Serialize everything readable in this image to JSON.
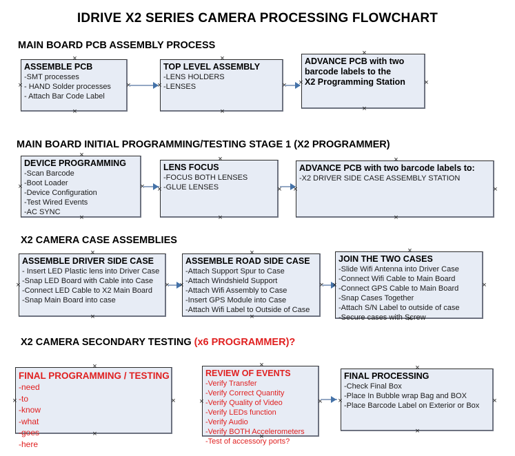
{
  "document": {
    "title": "IDRIVE X2  SERIES CAMERA PROCESSING FLOWCHART"
  },
  "colors": {
    "box_fill": "#e7ecf5",
    "box_border": "#2b2b2b",
    "box_shadow_border": "#6d7280",
    "connector": "#93a7c4",
    "arrow": "#4472a8",
    "accent_red": "#e02020",
    "text": "#000000"
  },
  "sections": [
    {
      "heading": "MAIN BOARD PCB ASSEMBLY PROCESS",
      "heading_accent": "",
      "boxes": [
        {
          "title": "ASSEMBLE PCB",
          "lines": [
            "-SMT processes",
            "- HAND Solder processes",
            "- Attach Bar Code Label"
          ]
        },
        {
          "title": "TOP LEVEL ASSEMBLY",
          "lines": [
            "-LENS HOLDERS",
            "-LENSES"
          ]
        },
        {
          "title": "ADVANCE PCB with two",
          "lines": [
            "barcode labels to the",
            " X2 Programming Station"
          ]
        }
      ]
    },
    {
      "heading": "MAIN BOARD INITIAL PROGRAMMING/TESTING STAGE 1 (X2 PROGRAMMER)",
      "heading_accent": "",
      "boxes": [
        {
          "title": "DEVICE PROGRAMMING",
          "lines": [
            "-Scan Barcode",
            "-Boot Loader",
            "-Device Configuration",
            "-Test Wired Events",
            "-AC SYNC"
          ]
        },
        {
          "title": "LENS FOCUS",
          "lines": [
            "-FOCUS BOTH LENSES",
            "-GLUE LENSES"
          ]
        },
        {
          "title": "ADVANCE PCB with two barcode labels to:",
          "lines": [
            "-X2 DRIVER  SIDE  CASE  ASSEMBLY STATION"
          ]
        }
      ]
    },
    {
      "heading": "X2 CAMERA CASE ASSEMBLIES",
      "heading_accent": "",
      "boxes": [
        {
          "title": "ASSEMBLE DRIVER SIDE CASE",
          "lines": [
            "- Insert LED Plastic lens into Driver Case",
            "-Snap LED Board with Cable into Case",
            "-Connect LED Cable to X2 Main Board",
            "-Snap Main Board into case"
          ]
        },
        {
          "title": "ASSEMBLE ROAD SIDE CASE",
          "lines": [
            "-Attach Support Spur to Case",
            "-Attach Windshield Support",
            "-Attach Wifi Assembly to Case",
            "-Insert GPS Module into Case",
            "-Attach Wifi Label to Outside of Case"
          ]
        },
        {
          "title": "JOIN THE TWO CASES",
          "lines": [
            "-Slide Wifi Antenna into Driver Case",
            "-Connect Wifi Cable to Main Board",
            "-Connect GPS Cable to Main Board",
            "-Snap Cases Together",
            "-Attach S/N Label to outside of case",
            "-Secure cases with Screw"
          ]
        }
      ]
    },
    {
      "heading": "X2 CAMERA SECONDARY TESTING ",
      "heading_accent": "(x6 PROGRAMMER)?",
      "boxes": [
        {
          "title": "FINAL PROGRAMMING / TESTING",
          "lines": [
            "-need",
            "-to",
            "-know",
            "-what",
            "-goes",
            "-here"
          ]
        },
        {
          "title": "REVIEW OF EVENTS",
          "lines": [
            "-Verify Transfer",
            "-Verify Correct Quantity",
            "-Verify Quality of Video",
            "-Verify LEDs function",
            "-Verify Audio",
            "-Verify BOTH Accelerometers",
            "-Test of accessory ports?"
          ]
        },
        {
          "title": "FINAL PROCESSING",
          "lines": [
            " -Check Final Box",
            "-Place In Bubble wrap Bag and BOX",
            "-Place Barcode Label on Exterior or Box"
          ]
        }
      ]
    }
  ]
}
